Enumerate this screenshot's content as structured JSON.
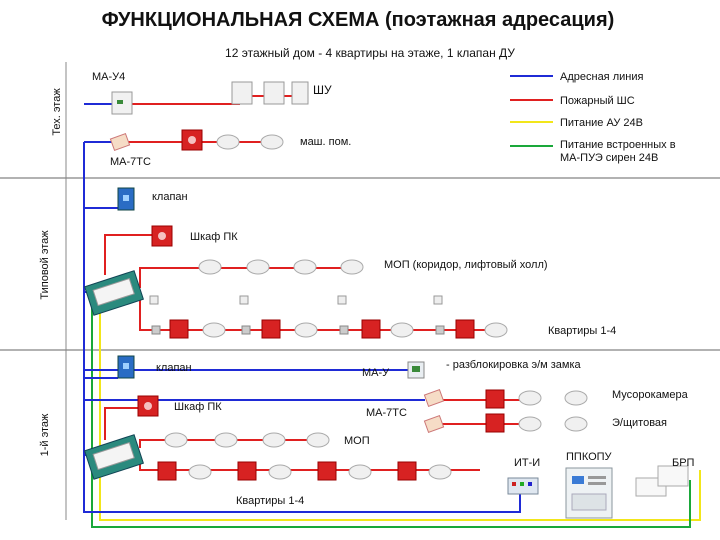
{
  "title": "ФУНКЦИОНАЛЬНАЯ СХЕМА (поэтажная адресация)",
  "subtitle": "12 этажный дом - 4 квартиры на этаже, 1 клапан ДУ",
  "zones": {
    "tech": "Тех. этаж",
    "typical": "Типовой этаж",
    "first": "1-й этаж"
  },
  "legend": [
    {
      "label": "Адресная линия",
      "color": "#1f2bd6"
    },
    {
      "label": "Пожарный ШС",
      "color": "#e02020"
    },
    {
      "label": "Питание АУ 24В",
      "color": "#f2e61a"
    },
    {
      "label": "Питание встроенных в МА-ПУЭ сирен 24В",
      "color": "#1aa83a"
    }
  ],
  "labels": {
    "ma_u4": "МА-У4",
    "shu": "ШУ",
    "mash_pom": "маш. пом.",
    "ma_7ts_top": "МА-7ТС",
    "klapan_typ": "клапан",
    "shkaf_pk_typ": "Шкаф ПК",
    "mop_typ": "МОП (коридор, лифтовый холл)",
    "kvartiry_typ": "Квартиры 1-4",
    "klapan_first": "клапан",
    "ma_u": "МА-У",
    "razblok": "- разблокировка э/м замка",
    "shkaf_pk_first": "Шкаф ПК",
    "ma_7ts_first": "МА-7ТС",
    "musor": "Мусорокамера",
    "eshchit": "Э/щитовая",
    "mop_first": "МОП",
    "it_i": "ИТ-И",
    "ppkopu": "ППКОПУ",
    "brp": "БРП",
    "kvartiry_first": "Квартиры 1-4"
  }
}
